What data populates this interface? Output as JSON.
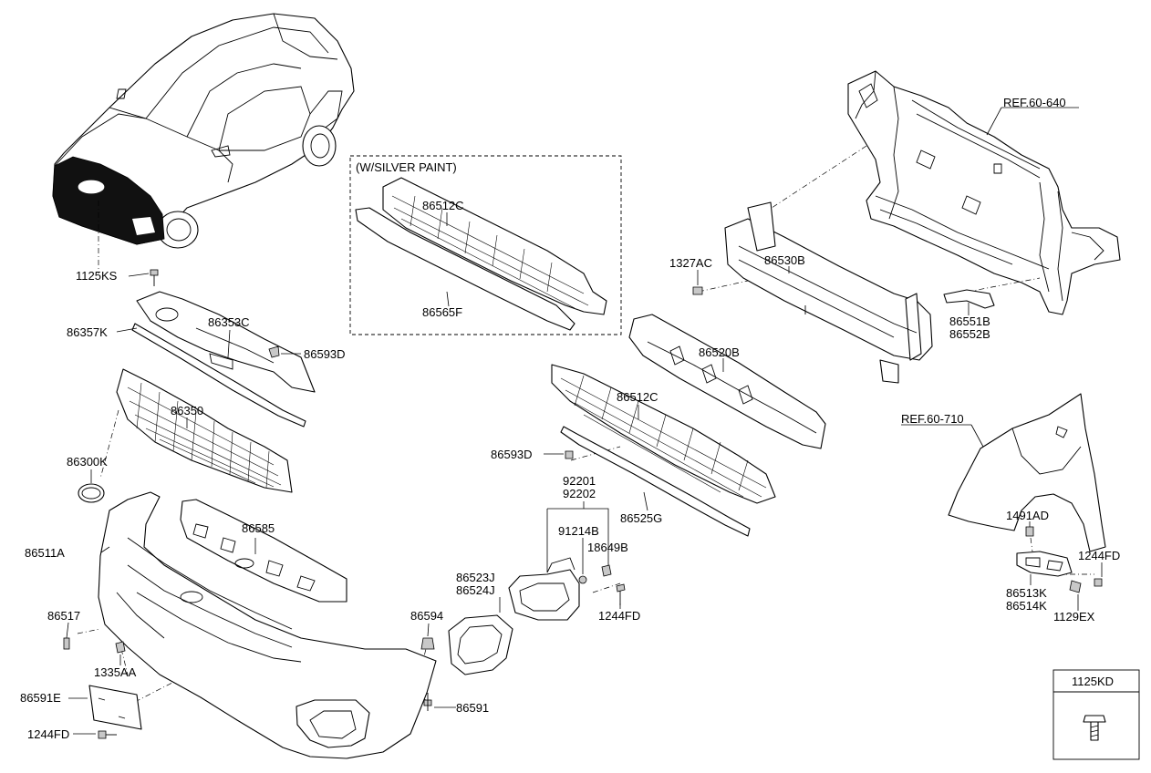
{
  "colors": {
    "line": "#000000",
    "background": "#ffffff",
    "highlight_fill": "#111111"
  },
  "labels": {
    "p1125KS": "1125KS",
    "p86357K": "86357K",
    "p86353C": "86353C",
    "p86593D_top": "86593D",
    "p86350": "86350",
    "p86300K": "86300K",
    "p86511A": "86511A",
    "p86585": "86585",
    "p86517": "86517",
    "p1335AA": "1335AA",
    "p86591E": "86591E",
    "p1244FD_left": "1244FD",
    "p86591": "86591",
    "p86594": "86594",
    "p86523J": "86523J",
    "p86524J": "86524J",
    "p92201": "92201",
    "p92202": "92202",
    "p91214B": "91214B",
    "p18649B": "18649B",
    "p1244FD_mid": "1244FD",
    "p86593D_mid": "86593D",
    "p86512C_low": "86512C",
    "p86525G": "86525G",
    "p86520B": "86520B",
    "p86512C_box": "86512C",
    "p86565F": "86565F",
    "p1327AC": "1327AC",
    "p86530B": "86530B",
    "p86551B": "86551B",
    "p86552B": "86552B",
    "ref_60_640": "REF.60-640",
    "ref_60_710": "REF.60-710",
    "p1491AD": "1491AD",
    "p1244FD_right": "1244FD",
    "p86513K": "86513K",
    "p86514K": "86514K",
    "p1129EX": "1129EX",
    "p1125KD": "1125KD"
  },
  "silver_paint_box": {
    "title": "(W/SILVER PAINT)"
  }
}
